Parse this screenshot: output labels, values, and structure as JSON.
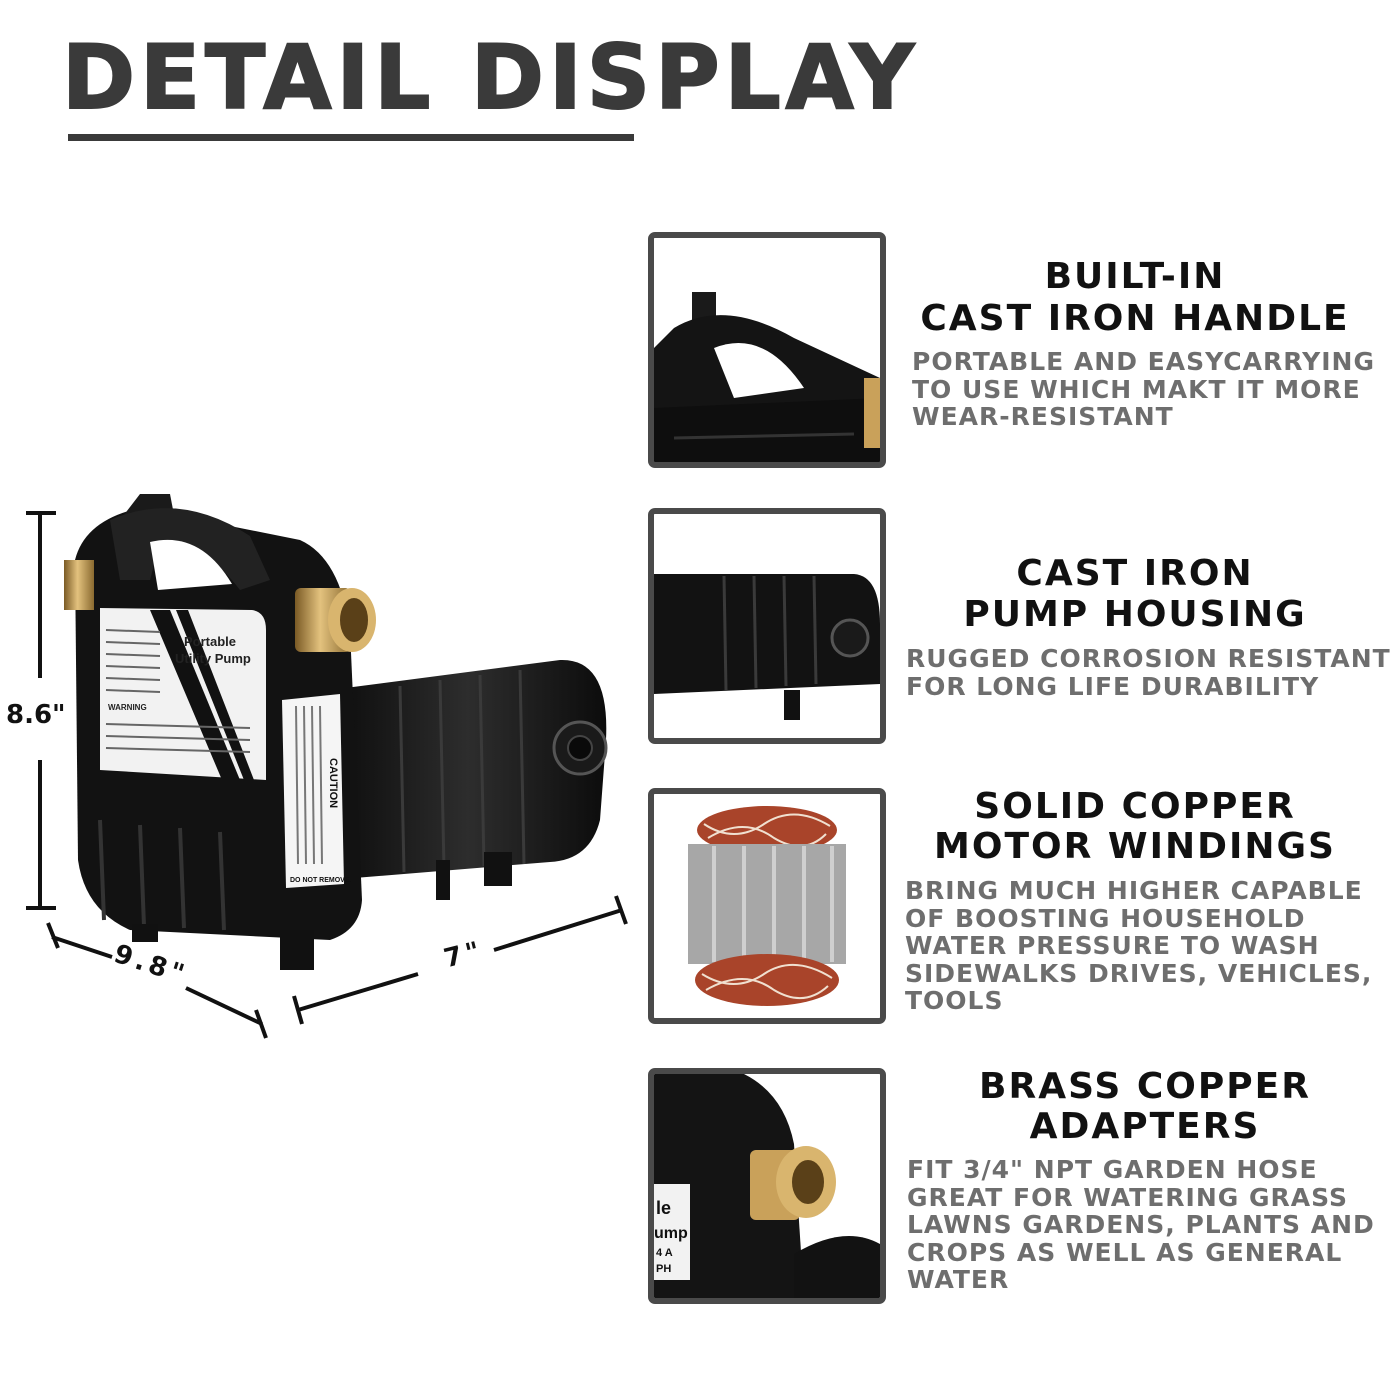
{
  "header": {
    "title": "DETAIL DISPLAY"
  },
  "dimensions": {
    "height": "8.6\"",
    "length": "9.8\"",
    "width": "7\""
  },
  "pump_label": {
    "brand_line1": "Portable",
    "brand_line2": "Utility Pump",
    "caution": "CAUTION",
    "warning": "WARNING",
    "do_not_remove": "DO NOT REMOVE."
  },
  "features": [
    {
      "title_line1": "BUILT-IN",
      "title_line2": "CAST IRON HANDLE",
      "desc": [
        "PORTABLE AND EASYCARRYING",
        "TO USE WHICH MAKT IT MORE",
        "WEAR-RESISTANT"
      ]
    },
    {
      "title_line1": "CAST IRON",
      "title_line2": "PUMP HOUSING",
      "desc": [
        "RUGGED CORROSION RESISTANT",
        "FOR LONG LIFE DURABILITY"
      ]
    },
    {
      "title_line1": "SOLID COPPER",
      "title_line2": "MOTOR WINDINGS",
      "desc": [
        "BRING MUCH HIGHER CAPABLE",
        "OF BOOSTING HOUSEHOLD",
        "WATER PRESSURE TO WASH",
        "SIDEWALKS DRIVES, VEHICLES,",
        "TOOLS"
      ]
    },
    {
      "title_line1": "BRASS  COPPER",
      "title_line2": "ADAPTERS",
      "desc": [
        "FIT 3/4\" NPT GARDEN HOSE",
        "GREAT FOR WATERING GRASS",
        "LAWNS GARDENS, PLANTS AND",
        "CROPS AS WELL AS GENERAL",
        "WATER"
      ]
    }
  ],
  "thumb_labels": {
    "label_text_1": "le",
    "label_text_2": "ump",
    "label_text_3": "4 A",
    "label_text_4": "PH"
  },
  "colors": {
    "title": "#3a3a3a",
    "feature_title": "#111111",
    "feature_desc": "#6e6e6e",
    "thumb_border": "#4a4a4a",
    "brass": "#c9a15a",
    "copper": "#a9442a"
  }
}
